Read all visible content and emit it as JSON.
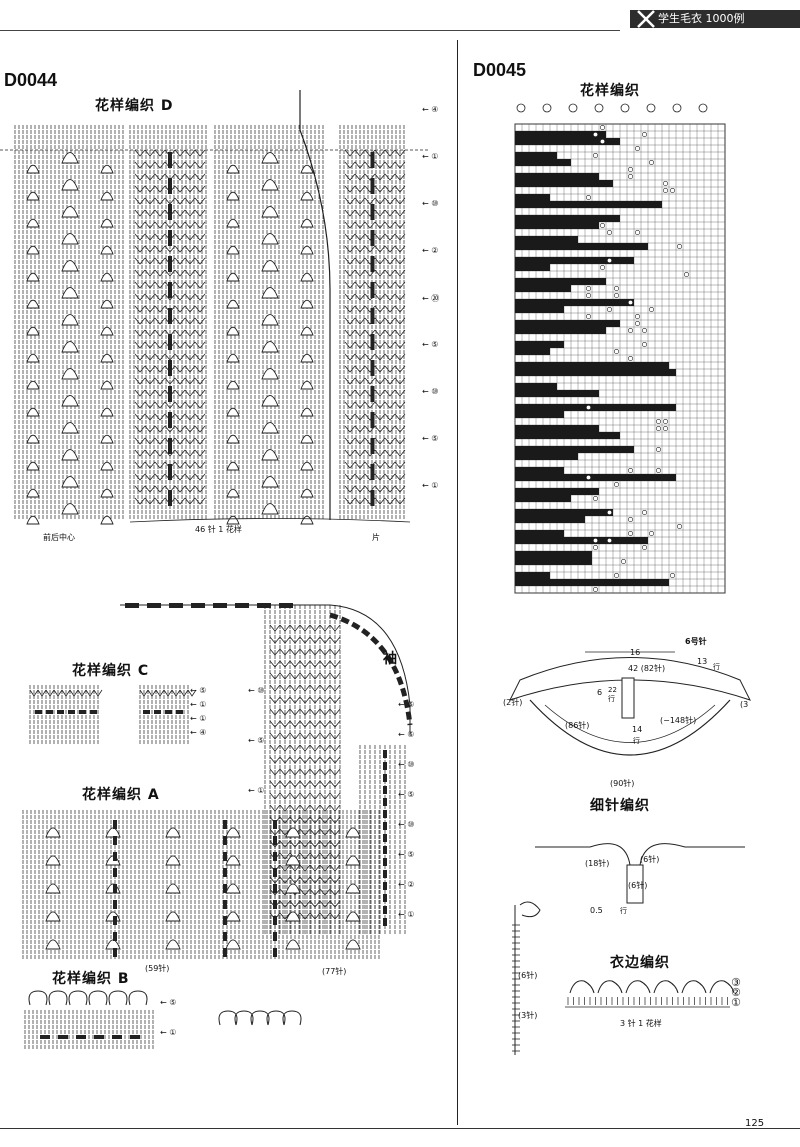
{
  "header": {
    "book_title": "学生毛衣 1000例"
  },
  "left": {
    "code": "D0044",
    "pattern_d": {
      "title": "花样编织 D",
      "bottom_label": "46 针 1 花样",
      "center_label": "前后中心",
      "side_label": "片",
      "row_marks": [
        "④",
        "①",
        "⑩",
        "②",
        "⑳",
        "⑤",
        "⑩",
        "⑤",
        "①"
      ]
    },
    "pattern_c": {
      "title": "花样编织 C",
      "row_marks": [
        "⑤",
        "①",
        "①",
        "④"
      ]
    },
    "sleeve": {
      "label": "袖",
      "marks": [
        "⑩",
        "⑤",
        "①",
        "⑤",
        "⑤",
        "⑩",
        "⑤",
        "⑩",
        "⑤",
        "②",
        "①"
      ]
    },
    "pattern_a": {
      "title": "花样编织 A",
      "count_left": "(59针)",
      "count_right": "(77针)"
    },
    "pattern_b": {
      "title": "花样编织 B",
      "row_marks": [
        "⑤",
        "①"
      ]
    }
  },
  "right": {
    "code": "D0045",
    "chart_title": "花样编织",
    "collar": {
      "width_label": "16",
      "needle_label": "6号针",
      "stitches_top": "42 (82针)",
      "rows_right": "13",
      "rows_right_unit": "行",
      "depth_left": "6",
      "depth_left_unit": "22行",
      "left_count": "(86针)",
      "right_count": "(−148针)",
      "center_rows": "14",
      "center_rows_unit": "行",
      "bottom_count": "(90针)",
      "side_left": "(2针)",
      "side_right": "(3"
    },
    "fine_title": "细针编织",
    "fine": {
      "left_count": "(18针)",
      "right_count_1": "(6针)",
      "right_count_2": "(6针)",
      "depth": "0.5",
      "depth_unit": "行"
    },
    "edge": {
      "count_1": "(6针)",
      "count_2": "(3针)"
    },
    "edge_title": "衣边编织",
    "edge_marks": [
      "③",
      "②",
      "①"
    ],
    "edge_repeat": "3 针 1 花样"
  },
  "footer": {
    "page_number": "125"
  }
}
